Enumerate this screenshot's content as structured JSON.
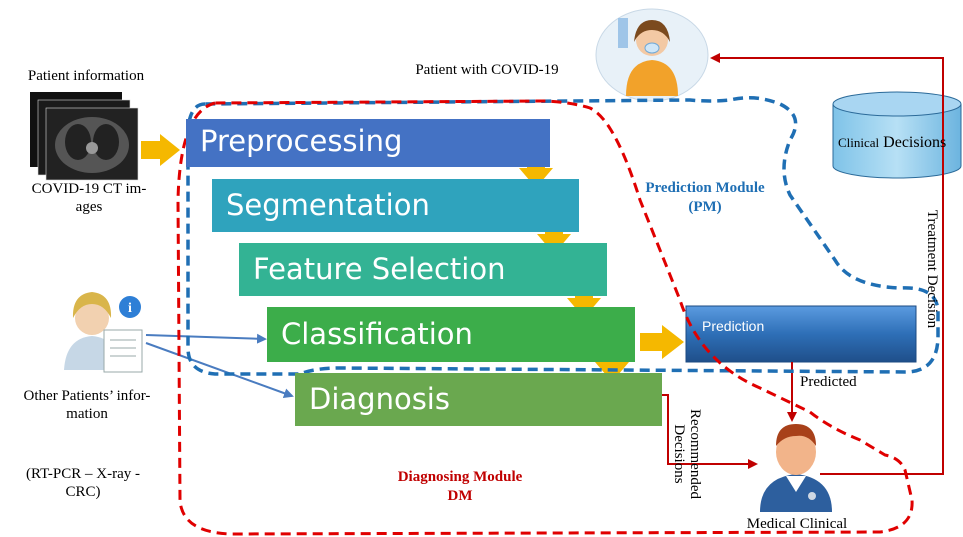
{
  "patient": {
    "info_label": "Patient information",
    "ct_label_line1": "COVID-19 CT im-",
    "ct_label_line2": "ages",
    "covid_patient_label": "Patient with COVID-19"
  },
  "pipeline": {
    "preprocessing": "Preprocessing",
    "segmentation": "Segmentation",
    "feature_selection": "Feature Selection",
    "classification": "Classification",
    "diagnosis": "Diagnosis"
  },
  "prediction_box": "Prediction",
  "modules": {
    "pm_line1": "Prediction Module",
    "pm_line2": "(PM)",
    "dm_line1": "Diagnosing Module",
    "dm_line2": "DM"
  },
  "clinical_db": {
    "small": "Clinical",
    "large": "Decisions"
  },
  "labels": {
    "treatment_decision": "Treatment Decision",
    "predicted": "Predicted",
    "recommended_line1": "Recommended",
    "recommended_line2": "Decisions",
    "medical_clinical": "Medical Clinical",
    "other_patients_line1": "Other Patients’ infor-",
    "other_patients_line2": "mation",
    "other_tests_line1": "(RT-PCR – X-ray -",
    "other_tests_line2": "CRC)"
  },
  "colors": {
    "preprocessing": "#4472c4",
    "segmentation": "#2fa3bd",
    "feature_selection": "#33b394",
    "classification": "#3cad4a",
    "diagnosis": "#6aa84f",
    "prediction": "#2e6fb7",
    "pm_boundary": "#1f6fb4",
    "dm_boundary": "#e00000",
    "arrow_gold": "#f5b800",
    "feedback_red": "#c00000"
  }
}
